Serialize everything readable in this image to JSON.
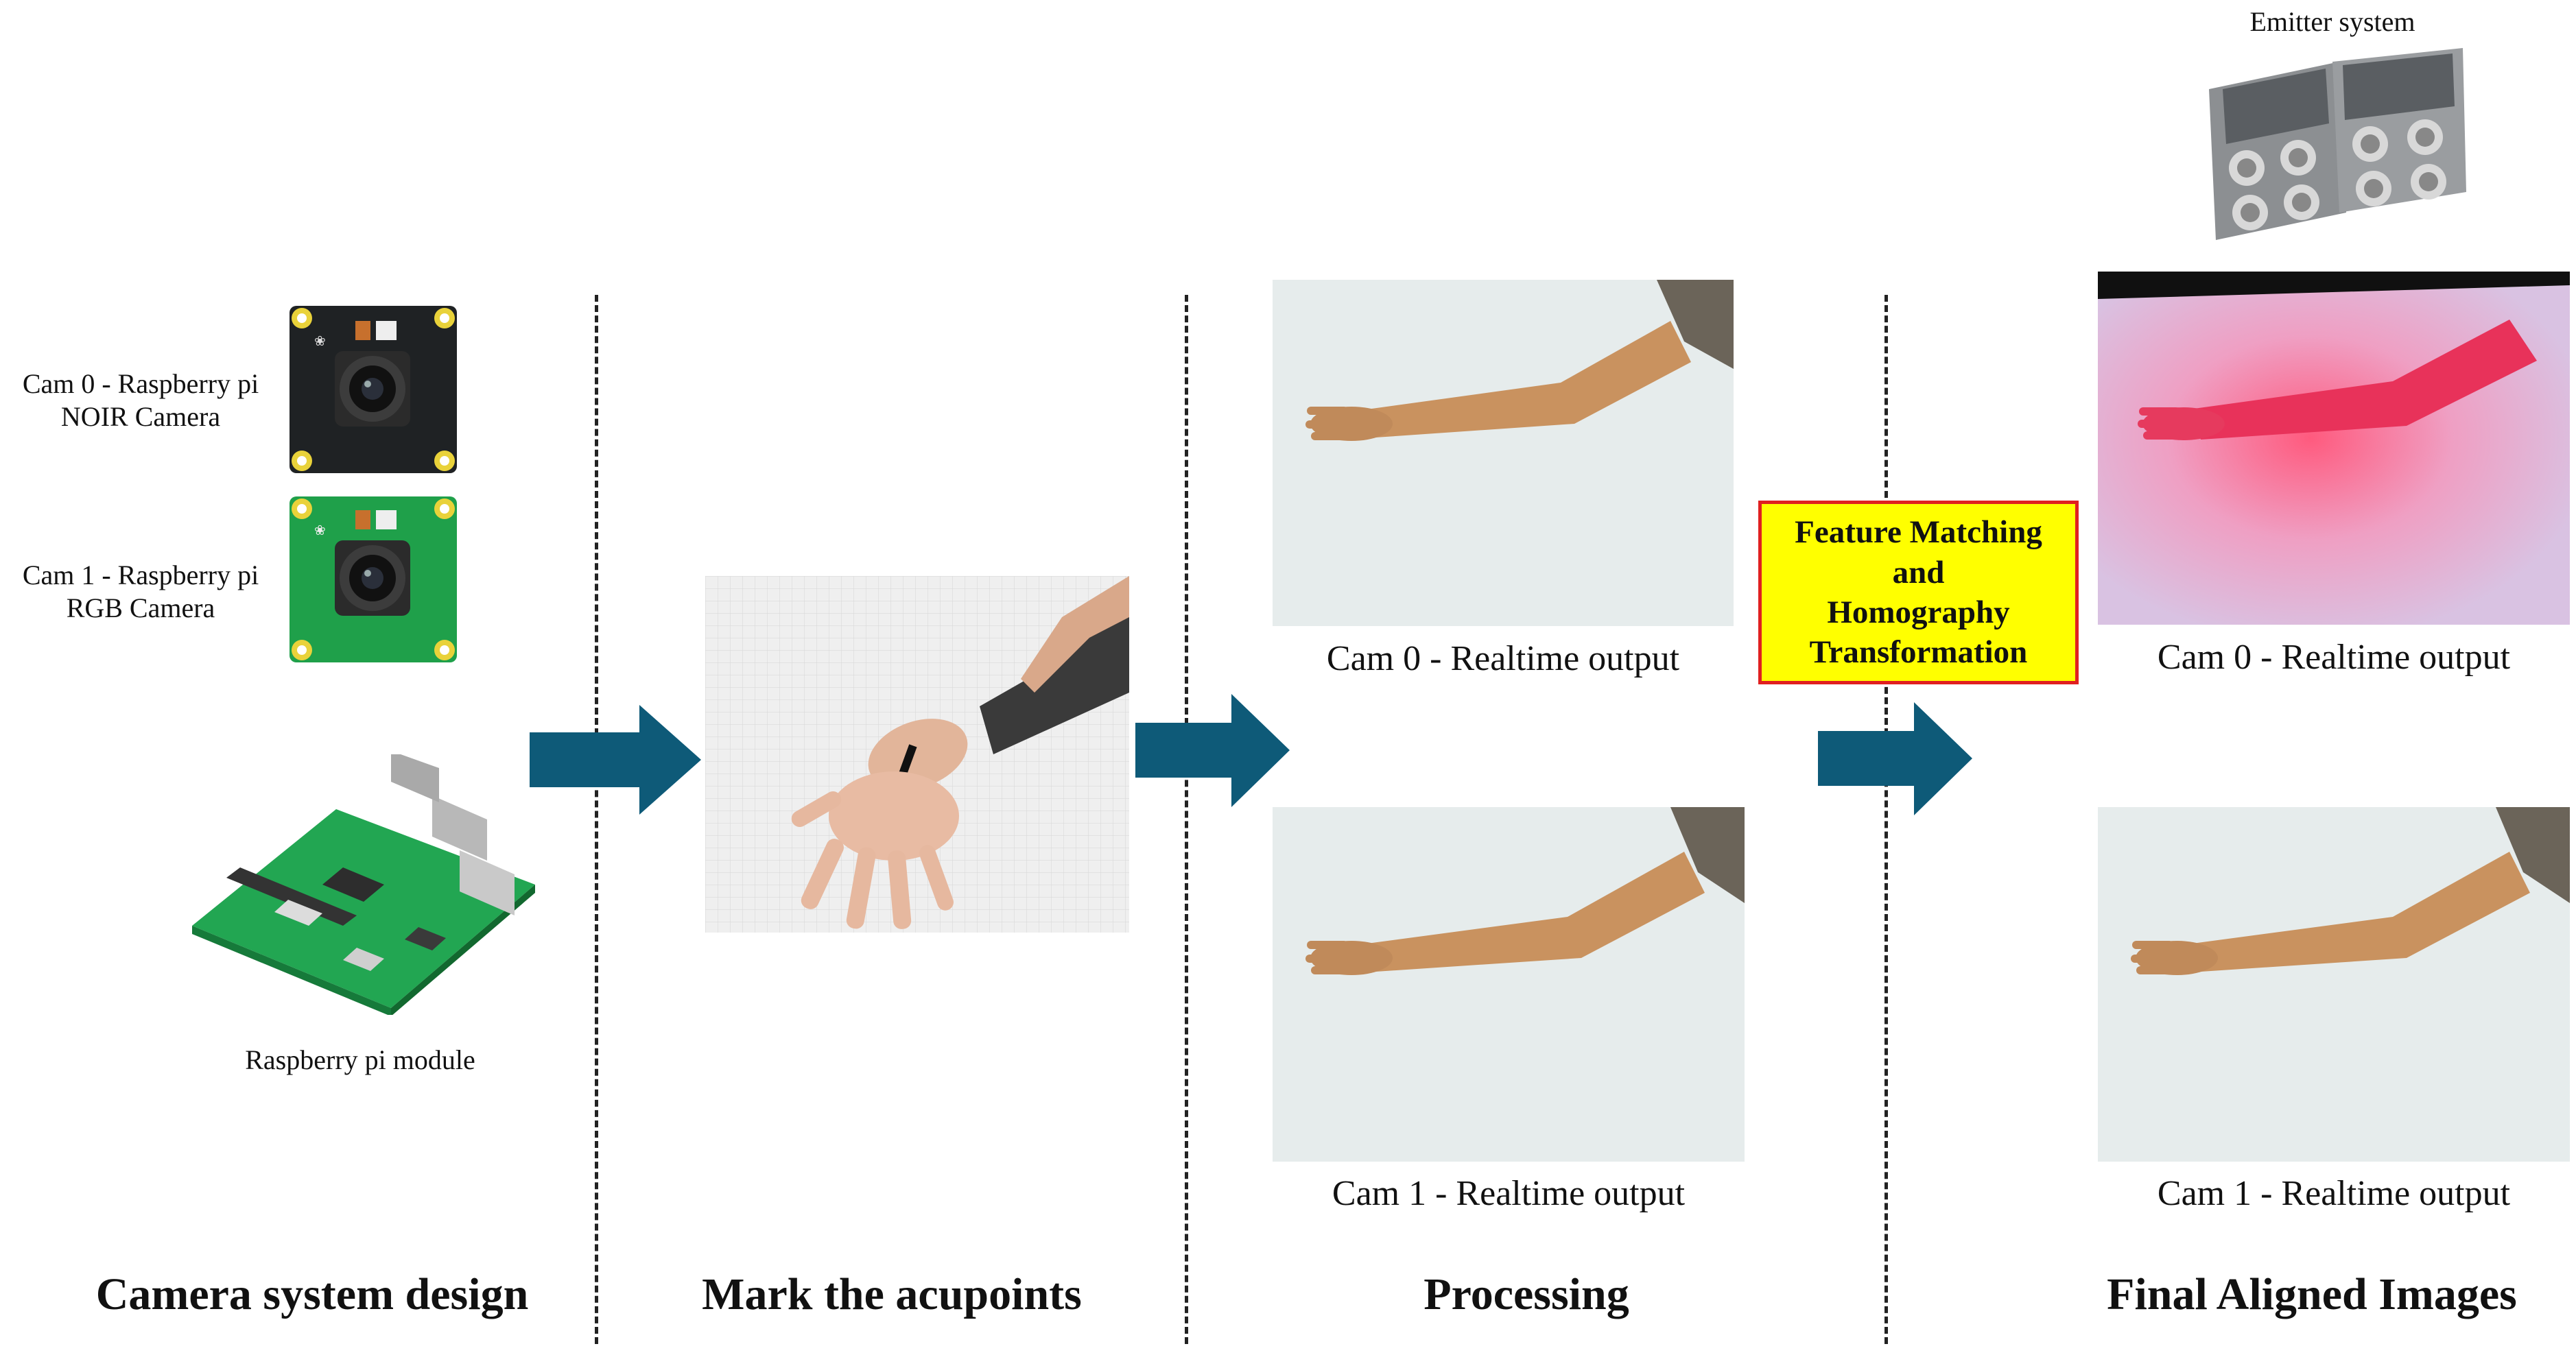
{
  "emitter": {
    "label": "Emitter system"
  },
  "cameras": {
    "cam0_line1": "Cam 0 - Raspberry pi",
    "cam0_line2": "NOIR Camera",
    "cam1_line1": "Cam 1 - Raspberry pi",
    "cam1_line2": "RGB Camera",
    "module_label": "Raspberry pi module"
  },
  "processing": {
    "cam0_caption": "Cam 0 - Realtime output",
    "cam1_caption": "Cam 1 - Realtime output"
  },
  "feature_box": {
    "line1": "Feature Matching",
    "line2": "and",
    "line3": "Homography",
    "line4": "Transformation"
  },
  "final": {
    "cam0_caption": "Cam 0 - Realtime output",
    "cam1_caption": "Cam 1 - Realtime output"
  },
  "stages": {
    "s1": "Camera system design",
    "s2": "Mark the acupoints",
    "s3": "Processing",
    "s4": "Final Aligned Images"
  },
  "colors": {
    "arrow": "#0e5a78",
    "box_fill": "#ffff00",
    "box_border": "#e02020",
    "pcb_black": "#1f2224",
    "pcb_green": "#1fa04a"
  }
}
